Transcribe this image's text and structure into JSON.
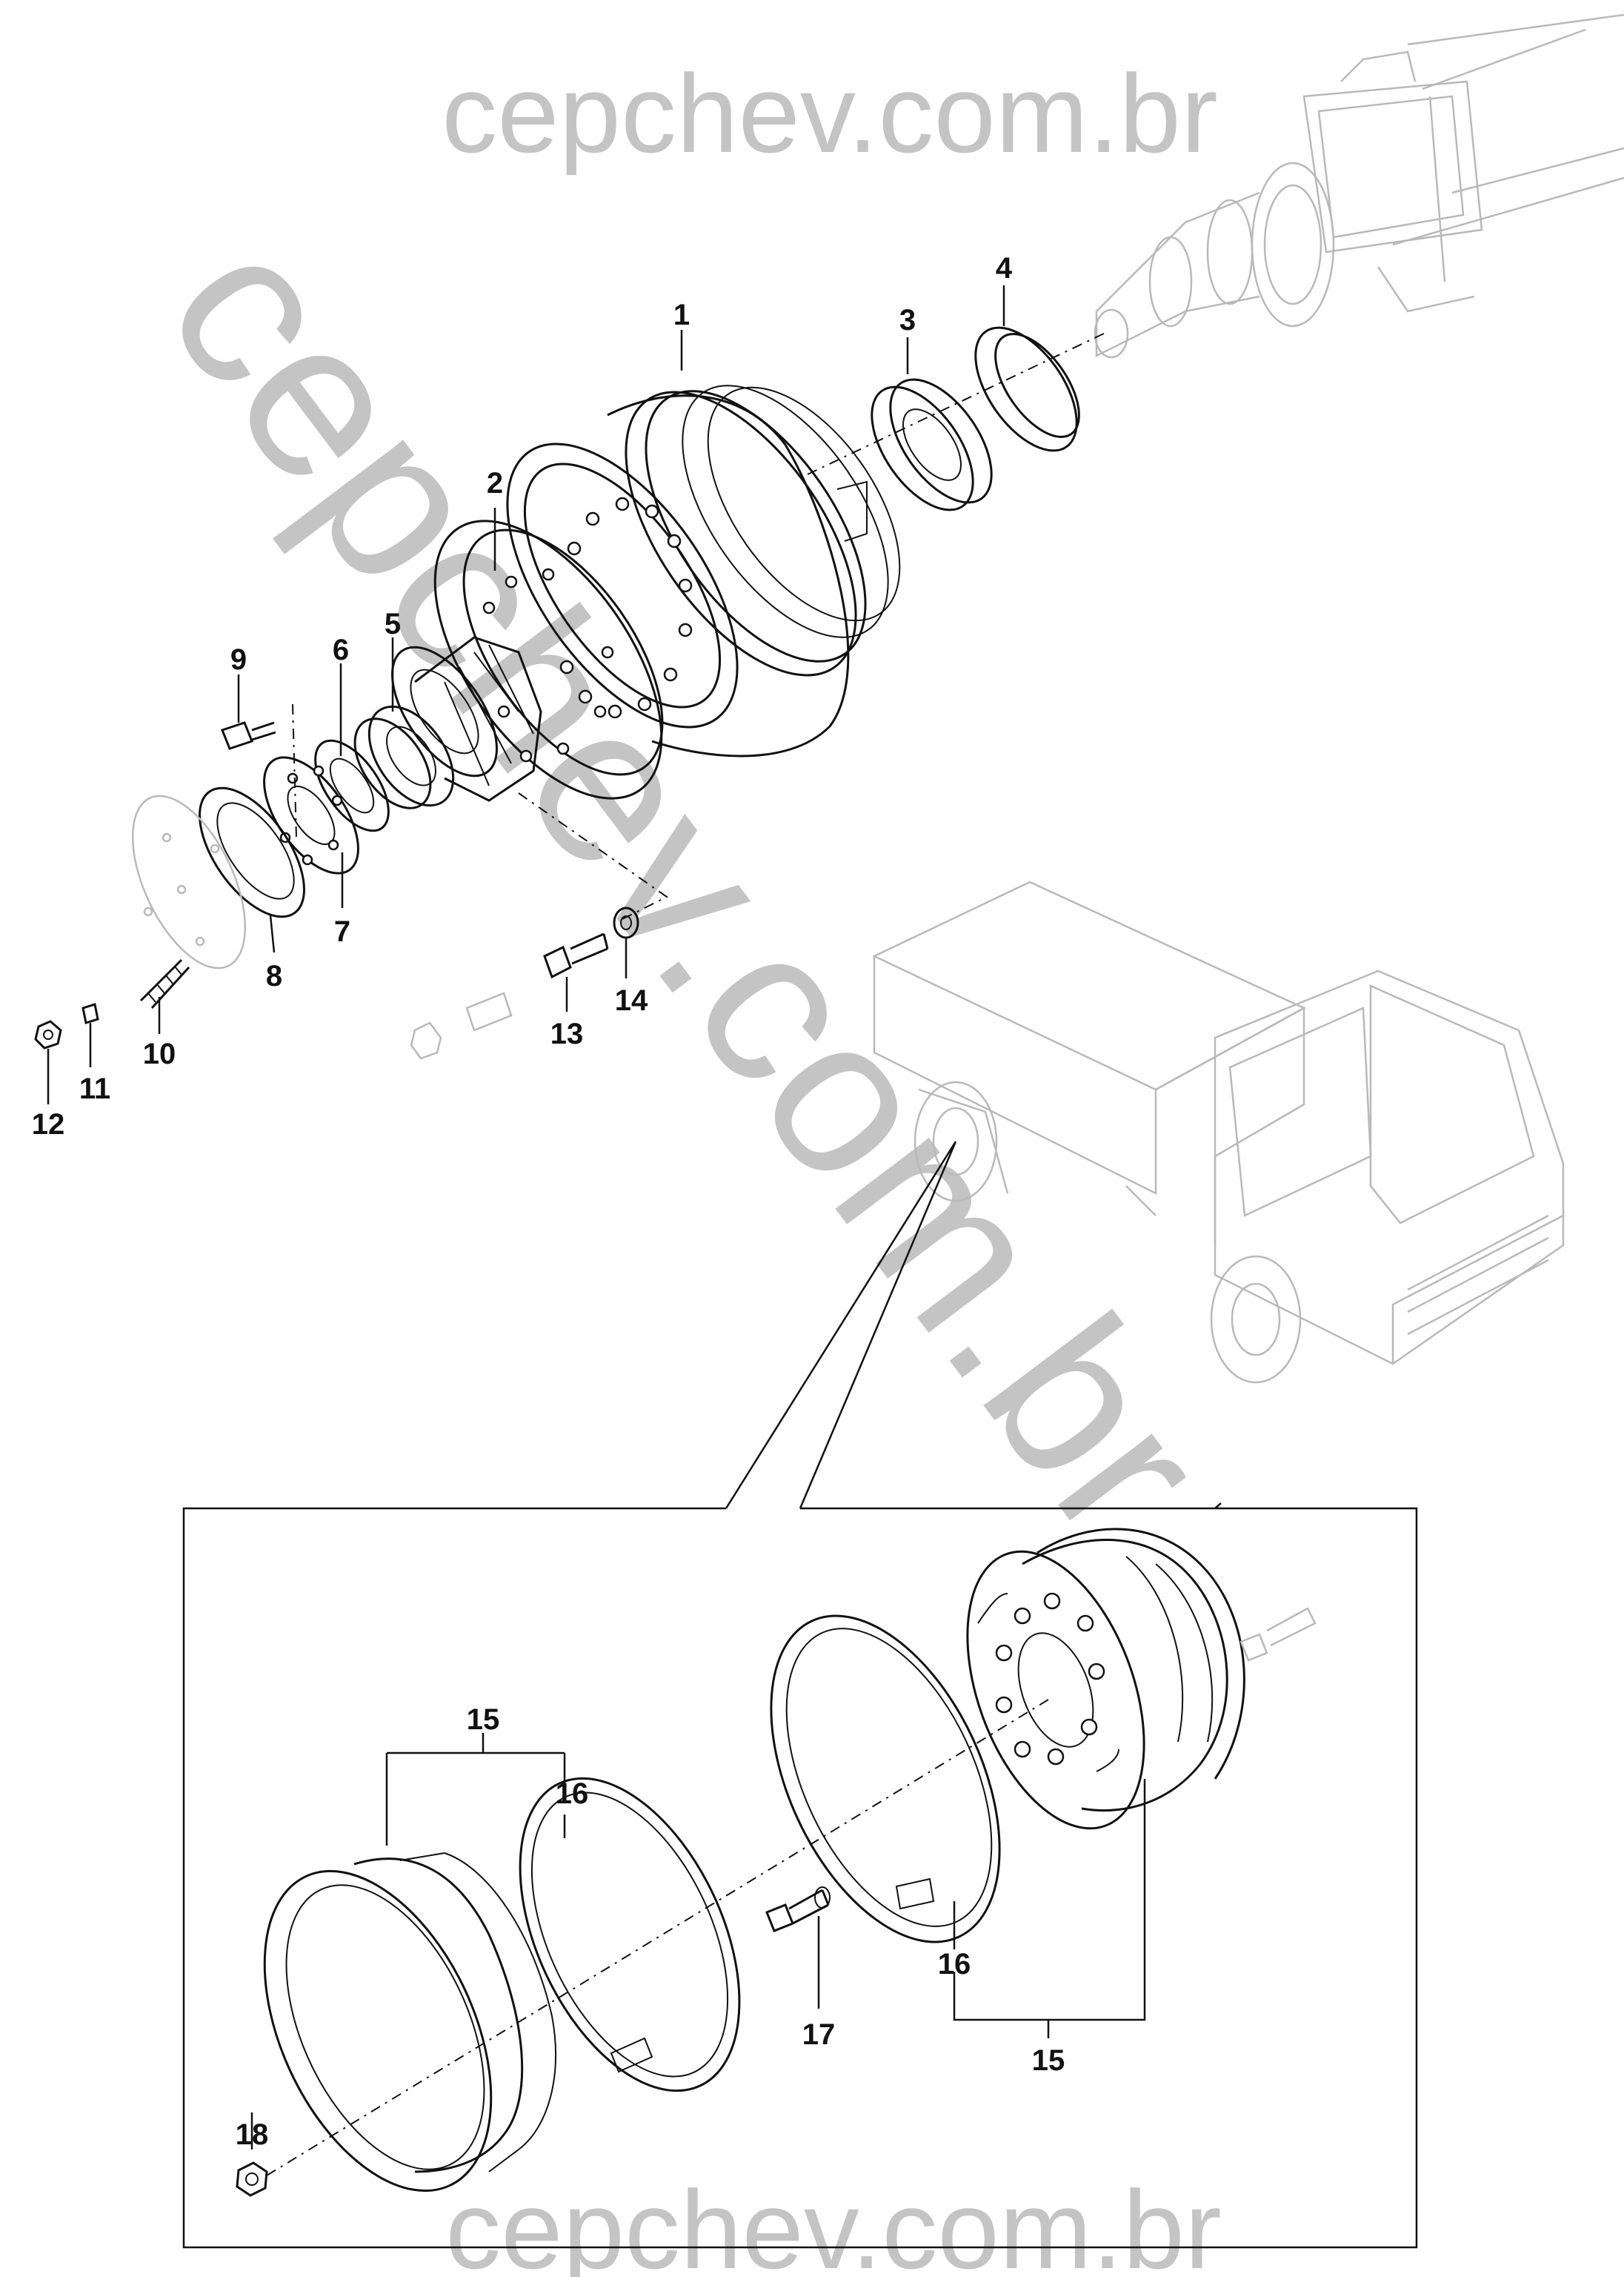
{
  "watermarks": {
    "top": "cepchev.com.br",
    "diagonal": "cepchev.com.br",
    "bottom": "cepchev.com.br"
  },
  "callouts": {
    "c1": "1",
    "c2": "2",
    "c3": "3",
    "c4": "4",
    "c5": "5",
    "c6": "6",
    "c7": "7",
    "c8": "8",
    "c9": "9",
    "c10": "10",
    "c11": "11",
    "c12": "12",
    "c13": "13",
    "c14": "14",
    "c15a": "15",
    "c16a": "16",
    "c17": "17",
    "c16b": "16",
    "c15b": "15",
    "c18": "18"
  },
  "colors": {
    "line": "#111111",
    "ghost": "#b9b9b9",
    "watermark": "#c4c4c4",
    "background": "#ffffff"
  }
}
